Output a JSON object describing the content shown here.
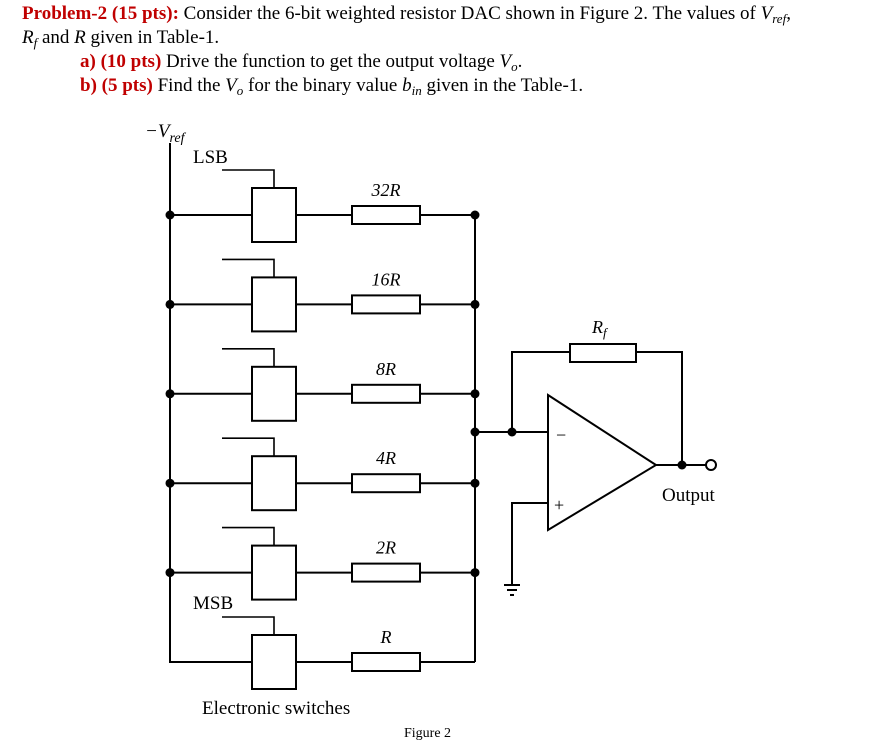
{
  "problem": {
    "heading": "Problem-2 (15 pts):",
    "intro_1": " Consider the 6-bit weighted resistor DAC shown in Figure 2. The values of ",
    "vref_main": "V",
    "vref_sub": "ref",
    "intro_2": ",",
    "rf_main": "R",
    "rf_sub": "f",
    "intro_3": " and ",
    "r_sym": "R",
    "intro_4": " given in Table-1.",
    "part_a_label": "a) (10 pts)",
    "part_a_text": " Drive the function to get the output voltage ",
    "vo_main": "V",
    "vo_sub": "o",
    "part_a_end": ".",
    "part_b_label": "b) (5 pts)",
    "part_b_text": " Find the ",
    "vo2_main": "V",
    "vo2_sub": "o",
    "part_b_text2": " for the binary value ",
    "bin_main": "b",
    "bin_sub": "in",
    "part_b_end": " given in the Table-1."
  },
  "diagram": {
    "vref_label_main": "−V",
    "vref_label_sub": "ref",
    "lsb_label": "LSB",
    "msb_label": "MSB",
    "resistors": [
      "32R",
      "16R",
      "8R",
      "4R",
      "2R",
      "R"
    ],
    "rf_label_main": "R",
    "rf_label_sub": "f",
    "inverting_sign": "−",
    "noninverting_sign": "+",
    "output_label": "Output",
    "switches_label": "Electronic switches",
    "figure_caption": "Figure 2"
  }
}
